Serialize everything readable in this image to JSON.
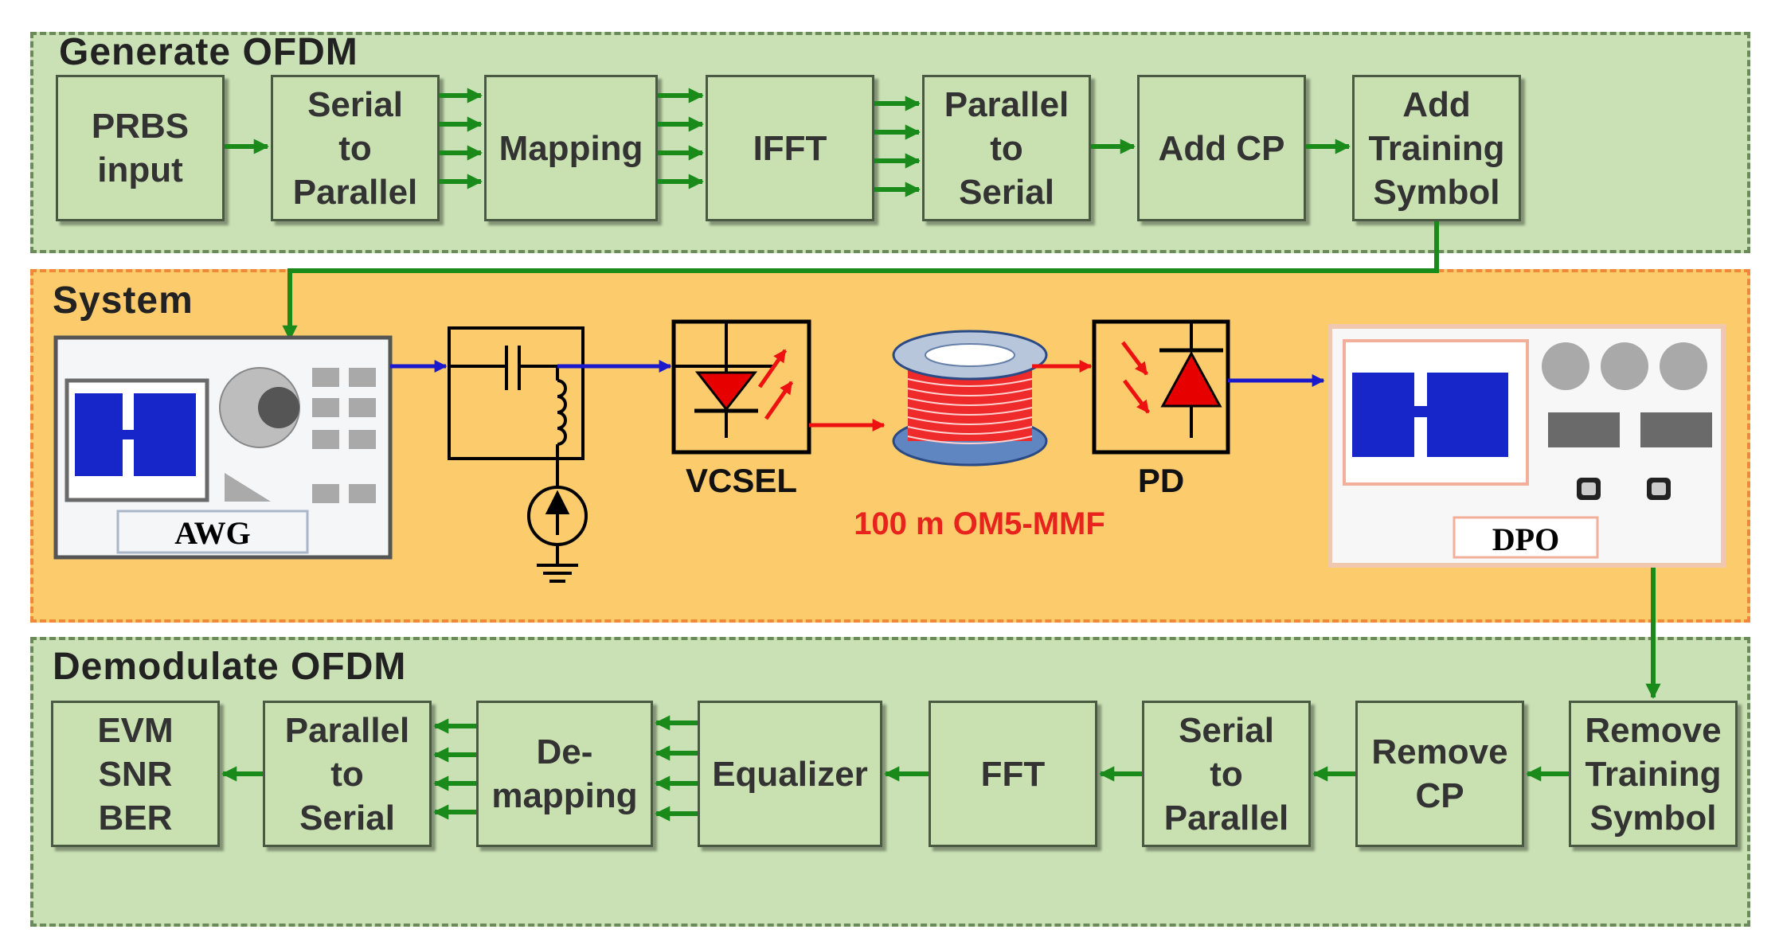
{
  "sections": {
    "generate": {
      "title": "Generate OFDM"
    },
    "system": {
      "title": "System"
    },
    "demodulate": {
      "title": "Demodulate OFDM"
    }
  },
  "tx_blocks": [
    {
      "name": "prbs-input-block",
      "label": "PRBS\ninput"
    },
    {
      "name": "serial-to-parallel-block",
      "label": "Serial\nto\nParallel"
    },
    {
      "name": "mapping-block",
      "label": "Mapping"
    },
    {
      "name": "ifft-block",
      "label": "IFFT"
    },
    {
      "name": "parallel-to-serial-block",
      "label": "Parallel\nto\nSerial"
    },
    {
      "name": "add-cp-block",
      "label": "Add CP"
    },
    {
      "name": "add-training-symbol-block",
      "label": "Add\nTraining\nSymbol"
    }
  ],
  "rx_blocks": [
    {
      "name": "evm-snr-ber-block",
      "label": "EVM\nSNR\nBER"
    },
    {
      "name": "parallel-to-serial-rx-block",
      "label": "Parallel\nto\nSerial"
    },
    {
      "name": "demapping-block",
      "label": "De-\nmapping"
    },
    {
      "name": "equalizer-block",
      "label": "Equalizer"
    },
    {
      "name": "fft-block",
      "label": "FFT"
    },
    {
      "name": "serial-to-parallel-rx-block",
      "label": "Serial\nto\nParallel"
    },
    {
      "name": "remove-cp-block",
      "label": "Remove\nCP"
    },
    {
      "name": "remove-training-symbol-block",
      "label": "Remove\nTraining\nSymbol"
    }
  ],
  "system": {
    "awg_label": "AWG",
    "vcsel_label": "VCSEL",
    "fiber_label": "100 m OM5-MMF",
    "pd_label": "PD",
    "dpo_label": "DPO"
  },
  "colors": {
    "green_bg": "#c9e1b4",
    "orange_bg": "#fbcb6c",
    "arrow_green": "#1a8a1a",
    "signal_blue": "#1a1acc",
    "optical_red": "#ee1111",
    "fiber_label_red": "#e8231e"
  }
}
